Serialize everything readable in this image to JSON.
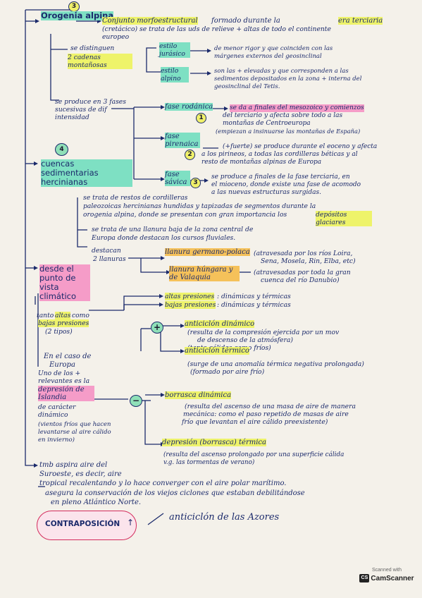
{
  "circle_3_top": "3",
  "orogenia_alpina": "Orogenia alpina",
  "conjunto_morfo": "Conjunto morfoestructural",
  "formado_por": "formado durante la",
  "era_terciaria": "era terciaria",
  "cretacico": "(cretácico) se trata de las uds de relieve + altas de todo el continente",
  "europeo": "europeo",
  "se_distinguen": "se distinguen",
  "dos_cadenas": "2 cadenas montañosas",
  "estilo_jurasico": "estilo jurásico",
  "jurasico_desc_1": "de menor rigor y que coinciden con las",
  "jurasico_desc_2": "márgenes externos del geosinclinal",
  "estilo_alpino": "estilo alpino",
  "alpino_desc_1": "son las + elevadas y que corresponden a las",
  "alpino_desc_2": "sedimentos depositados en la zona + interna del",
  "alpino_desc_3": "geosinclinal del Tetis.",
  "se_produce_1": "se produce en 3 fases",
  "se_produce_2": "sucesivas de dif",
  "se_produce_3": "intensidad",
  "fase_rodanica": "fase rodánica",
  "circle_1": "1",
  "rodanica_1": "se da a finales del mesozoico y comienzos",
  "rodanica_2": "del terciario y afecta sobre todo a las",
  "rodanica_3": "montañas de Centroeuropa",
  "rodanica_4": "(empiezan a insinuarse las montañas de España)",
  "fase_pirenaica": "fase pirenaica",
  "circle_2": "2",
  "pirenaica_1": "(+fuerte) se produce durante el eoceno y afecta",
  "pirenaica_2": "a los pirineos, a todas las cordilleras béticas y al",
  "pirenaica_3": "resto de montañas alpinas de Europa",
  "fase_savica": "fase sávica",
  "circle_3b": "3",
  "savica_1": "se produce a finales de la fase terciaria, en",
  "savica_2": "el mioceno, donde existe una fase de acomodo",
  "savica_3": "a las nuevas estructuras surgidas.",
  "circle_4": "4",
  "cuencas": "cuencas sedimentarias hercinianas",
  "se_trata_1": "se trata de restos de cordilleras",
  "se_trata_2": "paleozoicas hercinianas hundidas y tapizadas de segmentos durante la",
  "se_trata_3": "orogenia alpina, donde se presentan con gran importancia los",
  "depositos": "depósitos glaciares",
  "llanura_1": "se trata de una llanura baja de la zona central de",
  "llanura_2": "Europa donde destacan los cursos fluviales.",
  "destacan": "destacan",
  "dos_llanuras": "2 llanuras",
  "llanura_germano": "llanura germano-polaca",
  "germano_desc_1": "(atravesada por los ríos Loira,",
  "germano_desc_2": "Sena, Mosela, Rin, Elba, etc)",
  "llanura_hungara": "llanura húngara y de Valaquia",
  "hungara_desc_1": "(atravesadas por toda la gran",
  "hungara_desc_2": "cuenca del río Danubio)",
  "desde_punto": "desde el punto de vista climático",
  "tanto_altas_1": "tanto",
  "tanto_altas_2": "altas",
  "tanto_altas_3": "como",
  "bajas_presiones": "bajas presiones",
  "dos_tipos": "(2 tipos)",
  "altas_presiones": "altas presiones",
  "altas_desc": ": dinámicas y térmicas",
  "bajas_presiones2": "bajas presiones",
  "bajas_desc": ": dinámicas y térmicas",
  "plus": "+",
  "minus": "−",
  "anticiclon_dinamico": "anticiclón dinámico",
  "anti_din_1": "(resulta de la compresión ejercida por un mov",
  "anti_din_2": "de descenso de la atmósfera)",
  "anti_din_3": "(tanto cálidos como fríos)",
  "anticiclon_termico": "anticiclón térmico",
  "anti_ter_1": "(surge de una anomalía térmica negativa prolongada)",
  "anti_ter_2": "(formado por aire frío)",
  "en_caso_1": "En el caso de",
  "en_caso_2": "Europa",
  "en_caso_3": "Uno de los +",
  "en_caso_4": "relevantes es la",
  "depresion_islandia": "depresión de Islandia",
  "caracter": "de carácter dinámico",
  "vientos_1": "(vientos fríos que hacen",
  "vientos_2": "levantarse al aire cálido",
  "vientos_3": "en invierno)",
  "borrasca_dinamica": "borrasca dinámica",
  "borr_din_1": "(resulta del ascenso de una masa de aire de manera",
  "borr_din_2": "mecánica: como el paso repetido de masas de aire",
  "borr_din_3": "frío que levantan el aire cálido preexistente)",
  "depresion_termica": "depresión (borrasca) térmica",
  "dep_ter_1": "(resulta del ascenso prolongado por una superficie cálida",
  "dep_ter_2": "v.g. las tormentas de verano)",
  "tmb_1": "tmb aspira aire del",
  "tmb_2": "Suroeste, es decir, aire",
  "tmb_3": "tropical recalentando y lo hace converger con el aire polar marítimo.",
  "asegura_1": "asegura la conservación de los viejos ciclones que estaban debilitándose",
  "asegura_2": "en pleno Atlántico Norte.",
  "contraposicion": "CONTRAPOSICIÓN",
  "anticiclon_azores": "anticiclón de las Azores",
  "scanned_with": "Scanned with",
  "camscanner": "CamScanner",
  "cs": "CS"
}
